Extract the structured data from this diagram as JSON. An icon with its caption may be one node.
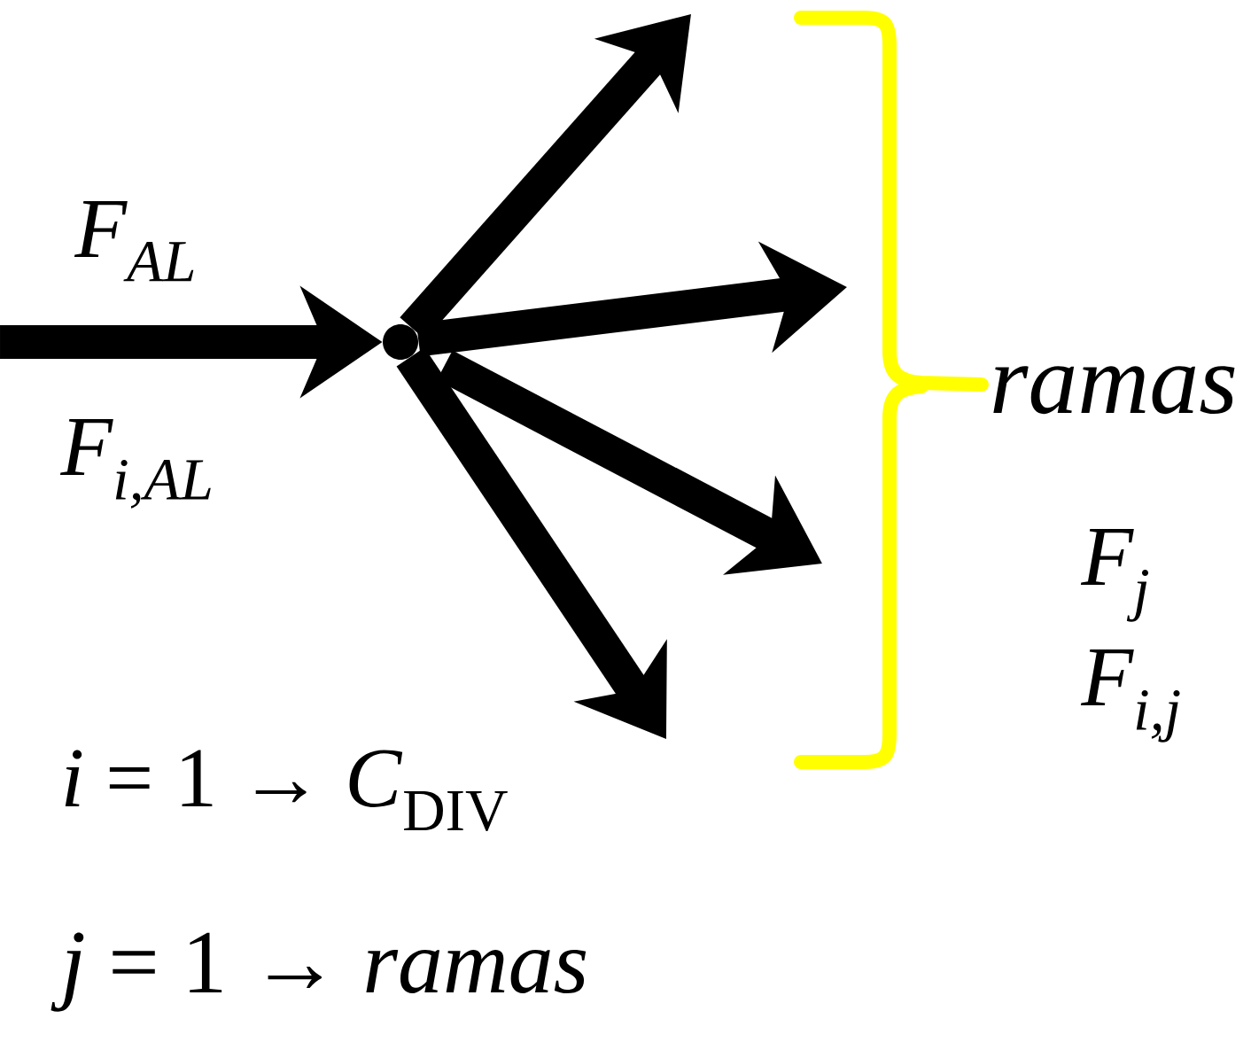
{
  "diagram": {
    "nodes": [
      {
        "text": [],
        "shape": "dot"
      },
      {
        "text": [
          "ramas"
        ]
      }
    ],
    "edges": [
      {
        "from": null,
        "to": 0,
        "arrow": "to"
      },
      {
        "from": 0,
        "to": null,
        "arrow": "to"
      },
      {
        "from": 0,
        "to": 1,
        "arrow": "to"
      },
      {
        "from": 0,
        "to": 1,
        "arrow": "to"
      },
      {
        "from": 0,
        "to": null,
        "arrow": "to"
      }
    ],
    "labels": [
      "F$_{AL}$",
      "F$_{i,AL}$",
      "F$_{j}$",
      "F$_{i,j}$",
      "*i* = 1 → *C*$_{DIV}$",
      "*j* = 1 → *ramas*"
    ]
  }
}
